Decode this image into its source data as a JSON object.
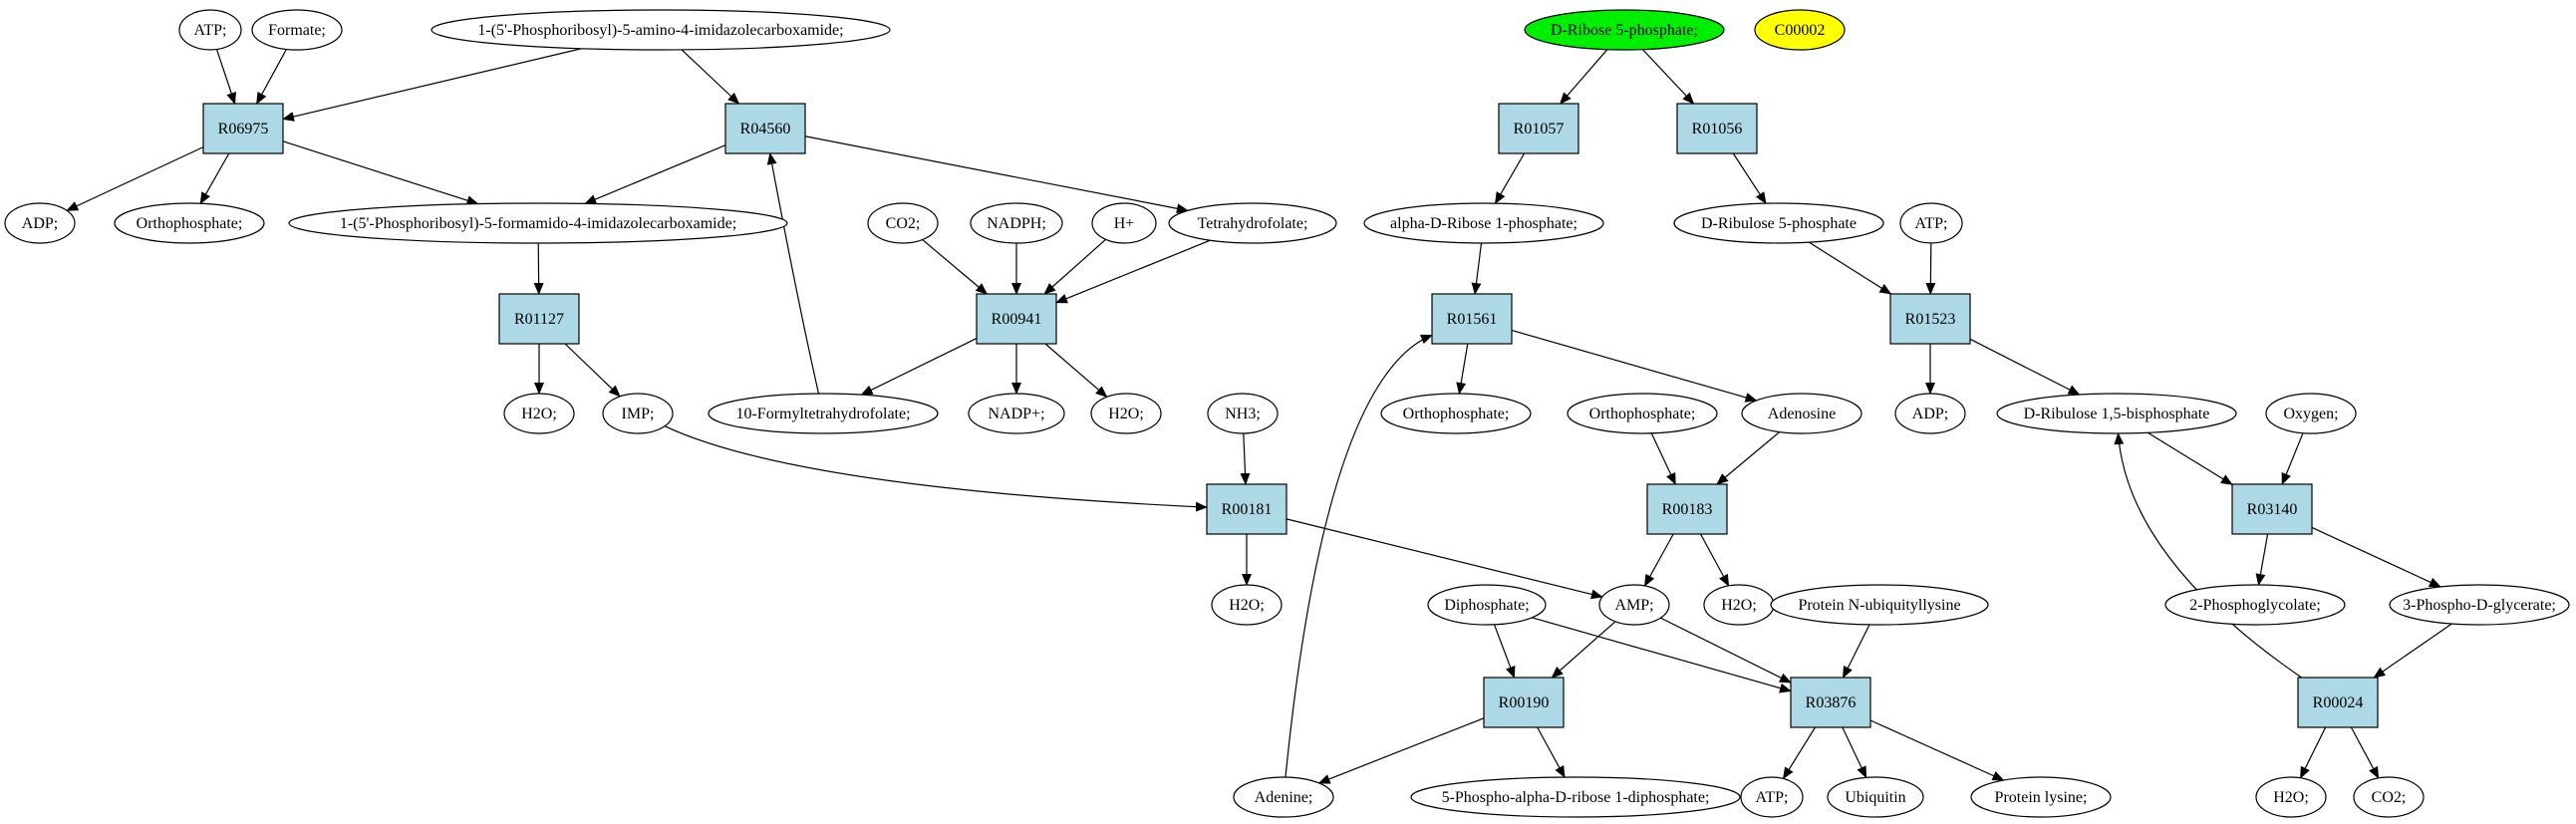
{
  "colors": {
    "reaction_fill": "#add8e6",
    "compound_fill": "#ffffff",
    "highlight_green": "#00ee00",
    "highlight_yellow": "#ffff00",
    "stroke": "#000000"
  },
  "nodes": [
    {
      "id": "n_atp_1",
      "kind": "compound",
      "label": "ATP;"
    },
    {
      "id": "n_formate",
      "kind": "compound",
      "label": "Formate;"
    },
    {
      "id": "n_aicar",
      "kind": "compound",
      "label": "1-(5'-Phosphoribosyl)-5-amino-4-imidazolecarboxamide;"
    },
    {
      "id": "n_r06975",
      "kind": "reaction",
      "label": "R06975"
    },
    {
      "id": "n_r04560",
      "kind": "reaction",
      "label": "R04560"
    },
    {
      "id": "n_adp_1",
      "kind": "compound",
      "label": "ADP;"
    },
    {
      "id": "n_orthophosphate_1",
      "kind": "compound",
      "label": "Orthophosphate;"
    },
    {
      "id": "n_faicar",
      "kind": "compound",
      "label": "1-(5'-Phosphoribosyl)-5-formamido-4-imidazolecarboxamide;"
    },
    {
      "id": "n_r01127",
      "kind": "reaction",
      "label": "R01127"
    },
    {
      "id": "n_h2o_1",
      "kind": "compound",
      "label": "H2O;"
    },
    {
      "id": "n_imp",
      "kind": "compound",
      "label": "IMP;"
    },
    {
      "id": "n_10formylthf",
      "kind": "compound",
      "label": "10-Formyltetrahydrofolate;"
    },
    {
      "id": "n_co2_1",
      "kind": "compound",
      "label": "CO2;"
    },
    {
      "id": "n_nadph",
      "kind": "compound",
      "label": "NADPH;"
    },
    {
      "id": "n_hplus",
      "kind": "compound",
      "label": "H+"
    },
    {
      "id": "n_thf",
      "kind": "compound",
      "label": "Tetrahydrofolate;"
    },
    {
      "id": "n_r00941",
      "kind": "reaction",
      "label": "R00941"
    },
    {
      "id": "n_nadpplus",
      "kind": "compound",
      "label": "NADP+;"
    },
    {
      "id": "n_h2o_2",
      "kind": "compound",
      "label": "H2O;"
    },
    {
      "id": "n_nh3",
      "kind": "compound",
      "label": "NH3;"
    },
    {
      "id": "n_r00181",
      "kind": "reaction",
      "label": "R00181"
    },
    {
      "id": "n_h2o_3",
      "kind": "compound",
      "label": "H2O;"
    },
    {
      "id": "n_ribose5p",
      "kind": "highlight_green",
      "label": "D-Ribose 5-phosphate;"
    },
    {
      "id": "n_c00002",
      "kind": "highlight_yellow",
      "label": "C00002"
    },
    {
      "id": "n_r01057",
      "kind": "reaction",
      "label": "R01057"
    },
    {
      "id": "n_r01056",
      "kind": "reaction",
      "label": "R01056"
    },
    {
      "id": "n_ribose1p",
      "kind": "compound",
      "label": "alpha-D-Ribose 1-phosphate;"
    },
    {
      "id": "n_ribulose5p",
      "kind": "compound",
      "label": "D-Ribulose 5-phosphate"
    },
    {
      "id": "n_atp_2",
      "kind": "compound",
      "label": "ATP;"
    },
    {
      "id": "n_r01561",
      "kind": "reaction",
      "label": "R01561"
    },
    {
      "id": "n_r01523",
      "kind": "reaction",
      "label": "R01523"
    },
    {
      "id": "n_orthophosphate_2",
      "kind": "compound",
      "label": "Orthophosphate;"
    },
    {
      "id": "n_orthophosphate_3",
      "kind": "compound",
      "label": "Orthophosphate;"
    },
    {
      "id": "n_adenosine",
      "kind": "compound",
      "label": "Adenosine"
    },
    {
      "id": "n_adp_2",
      "kind": "compound",
      "label": "ADP;"
    },
    {
      "id": "n_rubp",
      "kind": "compound",
      "label": "D-Ribulose 1,5-bisphosphate"
    },
    {
      "id": "n_oxygen",
      "kind": "compound",
      "label": "Oxygen;"
    },
    {
      "id": "n_r00183",
      "kind": "reaction",
      "label": "R00183"
    },
    {
      "id": "n_r03140",
      "kind": "reaction",
      "label": "R03140"
    },
    {
      "id": "n_diphosphate",
      "kind": "compound",
      "label": "Diphosphate;"
    },
    {
      "id": "n_amp",
      "kind": "compound",
      "label": "AMP;"
    },
    {
      "id": "n_h2o_4",
      "kind": "compound",
      "label": "H2O;"
    },
    {
      "id": "n_protnubl",
      "kind": "compound",
      "label": "Protein N-ubiquityllysine"
    },
    {
      "id": "n_2pglycolate",
      "kind": "compound",
      "label": "2-Phosphoglycolate;"
    },
    {
      "id": "n_3pglycerate",
      "kind": "compound",
      "label": "3-Phospho-D-glycerate;"
    },
    {
      "id": "n_r00190",
      "kind": "reaction",
      "label": "R00190"
    },
    {
      "id": "n_r03876",
      "kind": "reaction",
      "label": "R03876"
    },
    {
      "id": "n_r00024",
      "kind": "reaction",
      "label": "R00024"
    },
    {
      "id": "n_adenine",
      "kind": "compound",
      "label": "Adenine;"
    },
    {
      "id": "n_prpp",
      "kind": "compound",
      "label": "5-Phospho-alpha-D-ribose 1-diphosphate;"
    },
    {
      "id": "n_atp_3",
      "kind": "compound",
      "label": "ATP;"
    },
    {
      "id": "n_ubiquitin",
      "kind": "compound",
      "label": "Ubiquitin"
    },
    {
      "id": "n_protlysine",
      "kind": "compound",
      "label": "Protein lysine;"
    },
    {
      "id": "n_h2o_5",
      "kind": "compound",
      "label": "H2O;"
    },
    {
      "id": "n_co2_2",
      "kind": "compound",
      "label": "CO2;"
    }
  ],
  "edges": [
    {
      "from": "n_atp_1",
      "to": "n_r06975"
    },
    {
      "from": "n_formate",
      "to": "n_r06975"
    },
    {
      "from": "n_aicar",
      "to": "n_r06975"
    },
    {
      "from": "n_aicar",
      "to": "n_r04560"
    },
    {
      "from": "n_r06975",
      "to": "n_adp_1"
    },
    {
      "from": "n_r06975",
      "to": "n_orthophosphate_1"
    },
    {
      "from": "n_r06975",
      "to": "n_faicar"
    },
    {
      "from": "n_r04560",
      "to": "n_faicar"
    },
    {
      "from": "n_r04560",
      "to": "n_thf"
    },
    {
      "from": "n_faicar",
      "to": "n_r01127"
    },
    {
      "from": "n_r01127",
      "to": "n_h2o_1"
    },
    {
      "from": "n_r01127",
      "to": "n_imp"
    },
    {
      "from": "n_10formylthf",
      "to": "n_r04560"
    },
    {
      "from": "n_co2_1",
      "to": "n_r00941"
    },
    {
      "from": "n_nadph",
      "to": "n_r00941"
    },
    {
      "from": "n_hplus",
      "to": "n_r00941"
    },
    {
      "from": "n_thf",
      "to": "n_r00941"
    },
    {
      "from": "n_r00941",
      "to": "n_10formylthf"
    },
    {
      "from": "n_r00941",
      "to": "n_nadpplus"
    },
    {
      "from": "n_r00941",
      "to": "n_h2o_2"
    },
    {
      "from": "n_imp",
      "to": "n_r00181"
    },
    {
      "from": "n_nh3",
      "to": "n_r00181"
    },
    {
      "from": "n_r00181",
      "to": "n_h2o_3"
    },
    {
      "from": "n_r00181",
      "to": "n_amp"
    },
    {
      "from": "n_ribose5p",
      "to": "n_r01057"
    },
    {
      "from": "n_ribose5p",
      "to": "n_r01056"
    },
    {
      "from": "n_r01057",
      "to": "n_ribose1p"
    },
    {
      "from": "n_r01056",
      "to": "n_ribulose5p"
    },
    {
      "from": "n_ribose1p",
      "to": "n_r01561"
    },
    {
      "from": "n_ribulose5p",
      "to": "n_r01523"
    },
    {
      "from": "n_atp_2",
      "to": "n_r01523"
    },
    {
      "from": "n_r01561",
      "to": "n_orthophosphate_2"
    },
    {
      "from": "n_r01561",
      "to": "n_adenosine"
    },
    {
      "from": "n_adenine",
      "to": "n_r01561"
    },
    {
      "from": "n_r01523",
      "to": "n_adp_2"
    },
    {
      "from": "n_r01523",
      "to": "n_rubp"
    },
    {
      "from": "n_orthophosphate_3",
      "to": "n_r00183"
    },
    {
      "from": "n_adenosine",
      "to": "n_r00183"
    },
    {
      "from": "n_r00183",
      "to": "n_amp"
    },
    {
      "from": "n_r00183",
      "to": "n_h2o_4"
    },
    {
      "from": "n_rubp",
      "to": "n_r03140"
    },
    {
      "from": "n_oxygen",
      "to": "n_r03140"
    },
    {
      "from": "n_r03140",
      "to": "n_2pglycolate"
    },
    {
      "from": "n_r03140",
      "to": "n_3pglycerate"
    },
    {
      "from": "n_3pglycerate",
      "to": "n_r00024"
    },
    {
      "from": "n_r00024",
      "to": "n_rubp"
    },
    {
      "from": "n_r00024",
      "to": "n_h2o_5"
    },
    {
      "from": "n_r00024",
      "to": "n_co2_2"
    },
    {
      "from": "n_diphosphate",
      "to": "n_r00190"
    },
    {
      "from": "n_amp",
      "to": "n_r00190"
    },
    {
      "from": "n_diphosphate",
      "to": "n_r03876"
    },
    {
      "from": "n_amp",
      "to": "n_r03876"
    },
    {
      "from": "n_protnubl",
      "to": "n_r03876"
    },
    {
      "from": "n_r00190",
      "to": "n_adenine"
    },
    {
      "from": "n_r00190",
      "to": "n_prpp"
    },
    {
      "from": "n_r03876",
      "to": "n_atp_3"
    },
    {
      "from": "n_r03876",
      "to": "n_ubiquitin"
    },
    {
      "from": "n_r03876",
      "to": "n_protlysine"
    }
  ]
}
